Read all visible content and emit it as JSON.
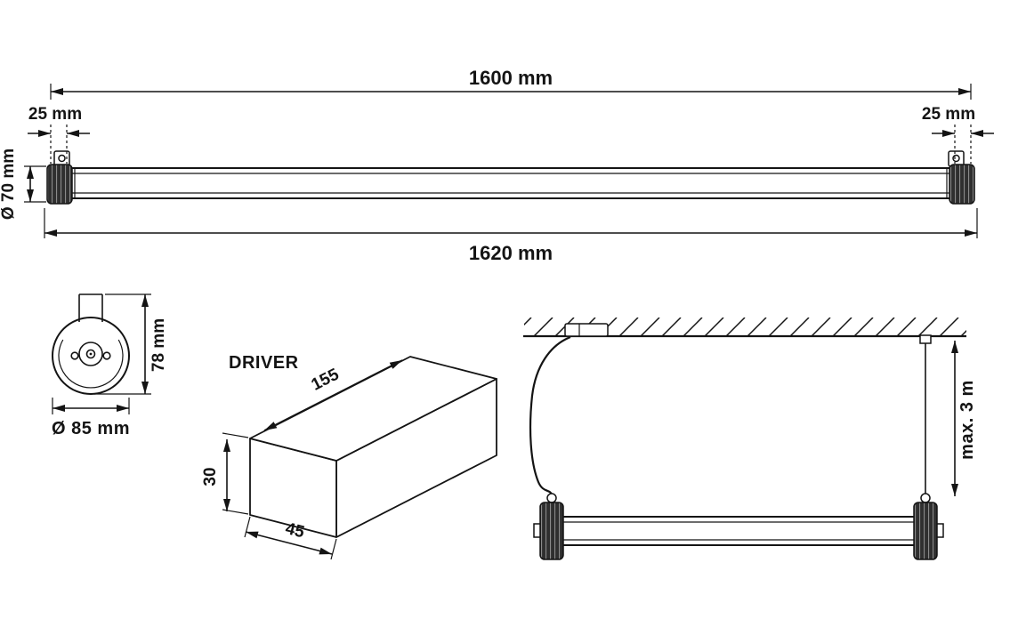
{
  "meta": {
    "background": "#ffffff",
    "ink": "#141414",
    "drawing_type": "luminaire dimension drawing"
  },
  "side_view": {
    "dim_top_length": "1600 mm",
    "dim_left_offset": "25 mm",
    "dim_right_offset": "25 mm",
    "dim_tube_diameter": "Ø 70 mm",
    "dim_overall_length": "1620 mm"
  },
  "end_view": {
    "dim_height": "78 mm",
    "dim_diameter": "Ø 85 mm"
  },
  "driver": {
    "label": "DRIVER",
    "dim_length": "155",
    "dim_height": "30",
    "dim_width": "45"
  },
  "installation": {
    "dim_max_suspension": "max. 3 m"
  }
}
